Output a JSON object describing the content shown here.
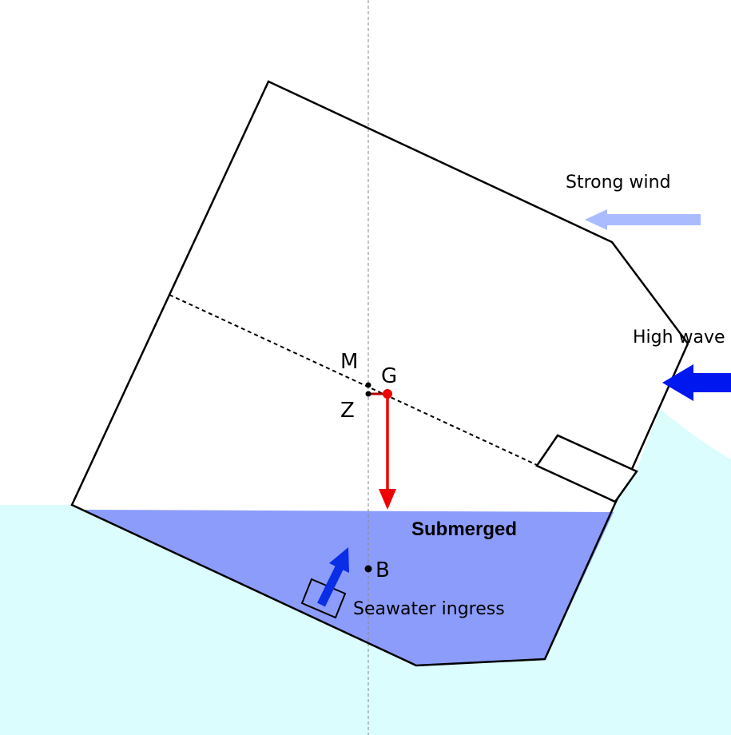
{
  "labels": {
    "strong_wind": "Strong wind",
    "high_wave": "High wave",
    "submerged": "Submerged",
    "seawater_ingress": "Seawater ingress",
    "point_m": "M",
    "point_g": "G",
    "point_z": "Z",
    "point_b": "B"
  },
  "colors": {
    "sea": "#dbfdfd",
    "submerged_hull": "#8c9cfb",
    "hull_outline": "#000000",
    "wind_arrow": "#aabcff",
    "wave_arrow": "#0018f0",
    "ingress_arrow": "#0a2ee6",
    "gravity_arrow": "#f00000",
    "righting_lever": "#b00000",
    "centerline": "#888888"
  },
  "icons": {
    "wind": "arrow-left-icon",
    "wave": "arrow-left-icon",
    "ingress": "arrow-up-right-icon",
    "gravity": "arrow-down-icon"
  }
}
